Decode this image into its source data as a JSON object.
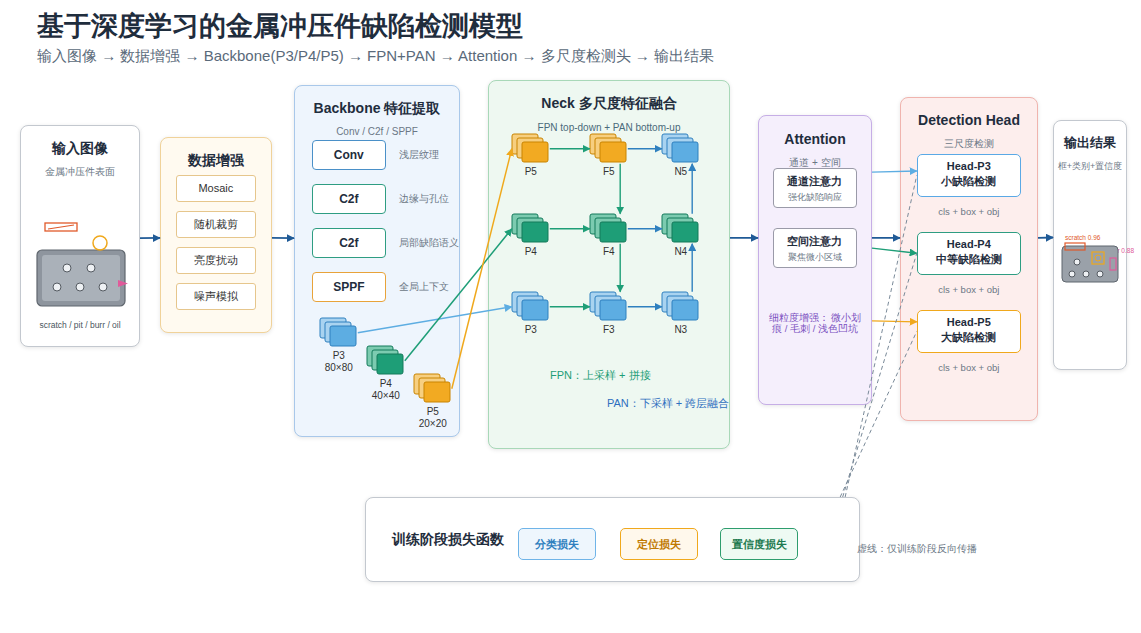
{
  "diagram": {
    "title": "基于深度学习的金属冲压件缺陷检测模型",
    "caption": "输入图像 → 数据增强 → Backbone(P3/P4/P5) → FPN+PAN → Attention → 多尺度检测头 → 输出结果",
    "nodes": [
      {
        "text": [
          "输入图像",
          "金属冲压件表面",
          "scratch / pit / burr / oil"
        ]
      },
      {
        "text": [
          "数据增强"
        ]
      },
      {
        "text": [
          "Mosaic"
        ],
        "in": 1
      },
      {
        "text": [
          "随机裁剪"
        ],
        "in": 1
      },
      {
        "text": [
          "亮度扰动"
        ],
        "in": 1
      },
      {
        "text": [
          "噪声模拟"
        ],
        "in": 1
      },
      {
        "text": [
          "Backbone 特征提取",
          "Conv / C2f / SPPF"
        ]
      },
      {
        "text": [
          "Conv",
          "浅层纹理"
        ],
        "in": 6
      },
      {
        "text": [
          "C2f",
          "边缘与孔位"
        ],
        "in": 6
      },
      {
        "text": [
          "C2f",
          "局部缺陷语义"
        ],
        "in": 6
      },
      {
        "text": [
          "SPPF",
          "全局上下文"
        ],
        "in": 6
      },
      {
        "text": [
          "P3 80×80"
        ],
        "in": 6
      },
      {
        "text": [
          "P4 40×40"
        ],
        "in": 6
      },
      {
        "text": [
          "P5 20×20"
        ],
        "in": 6
      },
      {
        "text": [
          "Neck 多尺度特征融合",
          "FPN top-down + PAN bottom-up"
        ]
      },
      {
        "text": [
          "P5"
        ],
        "in": 14
      },
      {
        "text": [
          "F5"
        ],
        "in": 14
      },
      {
        "text": [
          "N5"
        ],
        "in": 14
      },
      {
        "text": [
          "P4"
        ],
        "in": 14
      },
      {
        "text": [
          "F4"
        ],
        "in": 14
      },
      {
        "text": [
          "N4"
        ],
        "in": 14
      },
      {
        "text": [
          "P3"
        ],
        "in": 14
      },
      {
        "text": [
          "F3"
        ],
        "in": 14
      },
      {
        "text": [
          "N3"
        ],
        "in": 14
      },
      {
        "text": [
          "Attention",
          "通道 + 空间",
          "细粒度增强： 微小划痕 / 毛刺 / 浅色凹坑"
        ]
      },
      {
        "text": [
          "通道注意力",
          "强化缺陷响应"
        ],
        "in": 24
      },
      {
        "text": [
          "空间注意力",
          "聚焦微小区域"
        ],
        "in": 24
      },
      {
        "text": [
          "Detection Head",
          "三尺度检测"
        ]
      },
      {
        "text": [
          "Head-P3",
          "小缺陷检测",
          "cls + box + obj"
        ],
        "in": 27
      },
      {
        "text": [
          "Head-P4",
          "中等缺陷检测",
          "cls + box + obj"
        ],
        "in": 27
      },
      {
        "text": [
          "Head-P5",
          "大缺陷检测",
          "cls + box + obj"
        ],
        "in": 27
      },
      {
        "text": [
          "输出结果",
          "框+类别+置信度"
        ]
      },
      {
        "text": [
          "训练阶段损失函数"
        ]
      },
      {
        "text": [
          "分类损失"
        ],
        "in": 32
      },
      {
        "text": [
          "定位损失"
        ],
        "in": 32
      },
      {
        "text": [
          "置信度损失"
        ],
        "in": 32
      }
    ],
    "edges": [
      {
        "from": 0,
        "to": 1,
        "arrow": "to"
      },
      {
        "from": 1,
        "to": 6,
        "arrow": "to"
      },
      {
        "from": 11,
        "to": 21,
        "arrow": "to"
      },
      {
        "from": 12,
        "to": 18,
        "arrow": "to"
      },
      {
        "from": 13,
        "to": 15,
        "arrow": "to"
      },
      {
        "from": 15,
        "to": 16,
        "arrow": "to"
      },
      {
        "from": 16,
        "to": 17,
        "arrow": "to"
      },
      {
        "from": 18,
        "to": 19,
        "arrow": "to"
      },
      {
        "from": 19,
        "to": 20,
        "arrow": "to"
      },
      {
        "from": 21,
        "to": 22,
        "arrow": "to"
      },
      {
        "from": 22,
        "to": 23,
        "arrow": "to"
      },
      {
        "from": 16,
        "to": 19,
        "arrow": "to"
      },
      {
        "from": 19,
        "to": 22,
        "arrow": "to"
      },
      {
        "from": 23,
        "to": 20,
        "arrow": "to"
      },
      {
        "from": 20,
        "to": 17,
        "arrow": "to"
      },
      {
        "from": 14,
        "to": 24,
        "arrow": "to"
      },
      {
        "from": 24,
        "to": 28,
        "arrow": "to"
      },
      {
        "from": 24,
        "to": 27,
        "arrow": "to"
      },
      {
        "from": 24,
        "to": 29,
        "arrow": "to"
      },
      {
        "from": 24,
        "to": 30,
        "arrow": "to"
      },
      {
        "from": 27,
        "to": 31,
        "arrow": "to"
      },
      {
        "from": 32,
        "to": 28,
        "arrow": "none"
      },
      {
        "from": 32,
        "to": 29,
        "arrow": "none"
      },
      {
        "from": 32,
        "to": 30,
        "arrow": "none"
      }
    ],
    "labels": [
      "FPN：上采样 + 拼接",
      "PAN：下采样 + 跨层融合",
      "虚线：仅训练阶段反向传播",
      "scratch 0.96",
      "burr 0.88"
    ]
  }
}
